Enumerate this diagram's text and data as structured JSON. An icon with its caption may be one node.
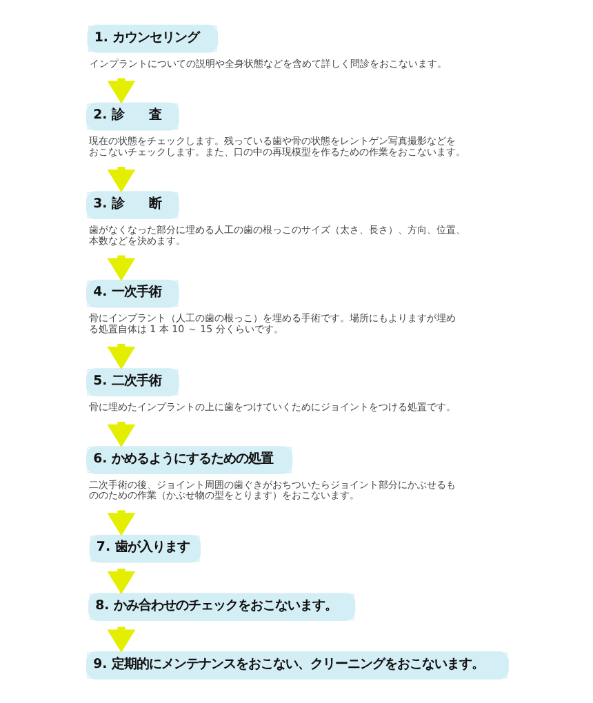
{
  "diagram": {
    "nodes": [
      {
        "text": [
          "1. カウンセリング"
        ],
        "beside": [
          "インプラントについての説明や全身状態などを含めて詳しく問診をおこないます。"
        ]
      },
      {
        "text": [
          "2. 診　　査"
        ],
        "beside": [
          "現在の状態をチェックします。残っている歯や骨の状態をレントゲン写真撮影などをおこないチェックします。また、口の中の再現模型を作るための作業をおこないます。"
        ]
      },
      {
        "text": [
          "3. 診　　断"
        ],
        "beside": [
          "歯がなくなった部分に埋める人工の歯の根っこのサイズ（太さ、長さ）、方向、位置、本数などを決めます。"
        ]
      },
      {
        "text": [
          "4. 一次手術"
        ],
        "beside": [
          "骨にインプラント（人工の歯の根っこ）を埋める手術です。場所にもよりますが埋める処置自体は 1 本 10 ～ 15 分くらいです。"
        ]
      },
      {
        "text": [
          "5. 二次手術"
        ],
        "beside": [
          "骨に埋めたインプラントの上に歯をつけていくためにジョイントをつける処置です。"
        ]
      },
      {
        "text": [
          "6. かめるようにするための処置"
        ],
        "beside": [
          "二次手術の後、ジョイント周囲の歯ぐきがおちついたらジョイント部分にかぶせるもののための作業（かぶせ物の型をとります）をおこないます。"
        ]
      },
      {
        "text": [
          "7. 歯が入ります"
        ]
      },
      {
        "text": [
          "8. かみ合わせのチェックをおこないます。"
        ]
      },
      {
        "text": [
          "9. 定期的にメンテナンスをおこない、クリーニングをおこないます。"
        ]
      }
    ],
    "edges": [
      {
        "from": 0,
        "to": 1,
        "arrow": "to"
      },
      {
        "from": 1,
        "to": 2,
        "arrow": "to"
      },
      {
        "from": 2,
        "to": 3,
        "arrow": "to"
      },
      {
        "from": 3,
        "to": 4,
        "arrow": "to"
      },
      {
        "from": 4,
        "to": 5,
        "arrow": "to"
      },
      {
        "from": 5,
        "to": 6,
        "arrow": "to"
      },
      {
        "from": 6,
        "to": 7,
        "arrow": "to"
      },
      {
        "from": 7,
        "to": 8,
        "arrow": "to"
      }
    ]
  }
}
